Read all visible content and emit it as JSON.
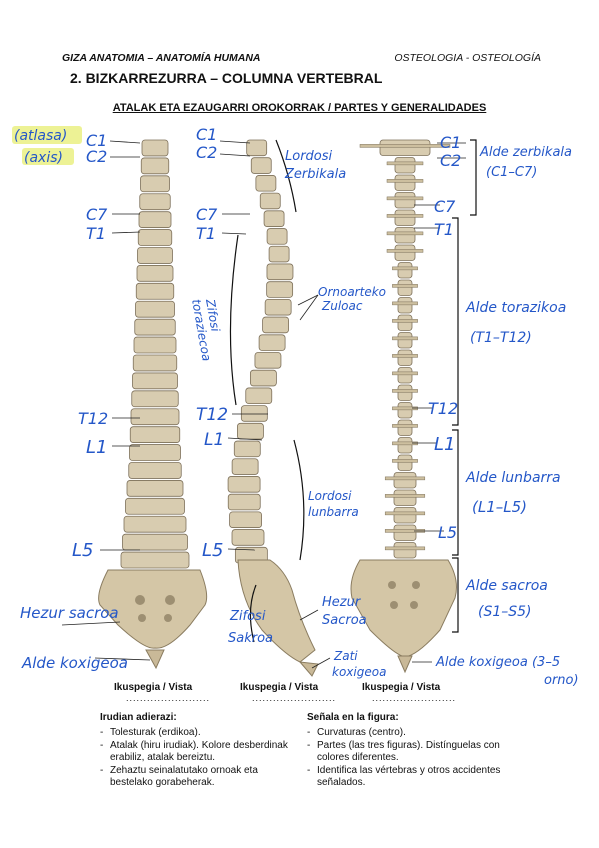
{
  "header": {
    "left": "GIZA ANATOMIA – ANATOMÍA HUMANA",
    "right": "OSTEOLOGIA - OSTEOLOGÍA",
    "title": "2. BIZKARREZURRA – COLUMNA VERTEBRAL",
    "subtitle": "ATALAK ETA EZAUGARRI OROKORRAK / PARTES Y GENERALIDADES"
  },
  "figures": {
    "views": [
      "Ikuspegia / Vista",
      "Ikuspegia / Vista",
      "Ikuspegia / Vista"
    ],
    "blank": "........................",
    "fig1_labels": {
      "atlasa": "(atlasa)",
      "axis": "(axis)",
      "c1": "C1",
      "c2": "C2",
      "c7": "C7",
      "t1": "T1",
      "t12": "T12",
      "l1": "L1",
      "l5": "L5",
      "sacrum": "Hezur sacroa",
      "coccyx": "Alde koxigeoa"
    },
    "fig2_labels": {
      "c1": "C1",
      "c2": "C2",
      "c7": "C7",
      "t1": "T1",
      "t12": "T12",
      "l1": "L1",
      "l5": "L5",
      "lordosis_cerv_1": "Lordosi",
      "lordosis_cerv_2": "Zerbikala",
      "kyphosis_thor_1": "Zifosi",
      "kyphosis_thor_2": "toraziecoa",
      "disc_1": "Ornoarteko",
      "disc_2": "Zuloac",
      "lordosis_lumb_1": "Lordosi",
      "lordosis_lumb_2": "lunbarra",
      "kyphosis_sacr_1": "Zifosi",
      "kyphosis_sacr_2": "Sakroa",
      "sacrum_1": "Hezur",
      "sacrum_2": "Sacroa",
      "coccyx_1": "Zati",
      "coccyx_2": "koxigeoa"
    },
    "fig3_labels": {
      "c1": "C1",
      "c2": "C2",
      "c7": "C7",
      "t1": "T1",
      "t12": "T12",
      "l1": "L1",
      "l5": "L5",
      "cervical_1": "Alde zerbikala",
      "cervical_2": "(C1–C7)",
      "thoracic_1": "Alde torazikoa",
      "thoracic_2": "(T1–T12)",
      "lumbar_1": "Alde lunbarra",
      "lumbar_2": "(L1–L5)",
      "sacral_1": "Alde sacroa",
      "sacral_2": "(S1–S5)",
      "coccygeal_1": "Alde koxigeoa (3–5",
      "coccygeal_2": "orno)"
    }
  },
  "instructions": {
    "eu_title": "Irudian adierazi:",
    "eu_items": [
      "Tolesturak (erdikoa).",
      "Atalak (hiru irudiak). Kolore desberdinak erabiliz, atalak bereiztu.",
      "Zehaztu seinalatutako ornoak eta bestelako gorabeherak."
    ],
    "es_title": "Señala en la figura:",
    "es_items": [
      "Curvaturas (centro).",
      "Partes (las tres figuras). Distínguelas con colores diferentes.",
      "Identifica las vértebras y otros accidentes señalados."
    ]
  },
  "colors": {
    "handwriting": "#2457c8",
    "bone": "#d8ccb0",
    "highlight": "#e9ef7a"
  }
}
